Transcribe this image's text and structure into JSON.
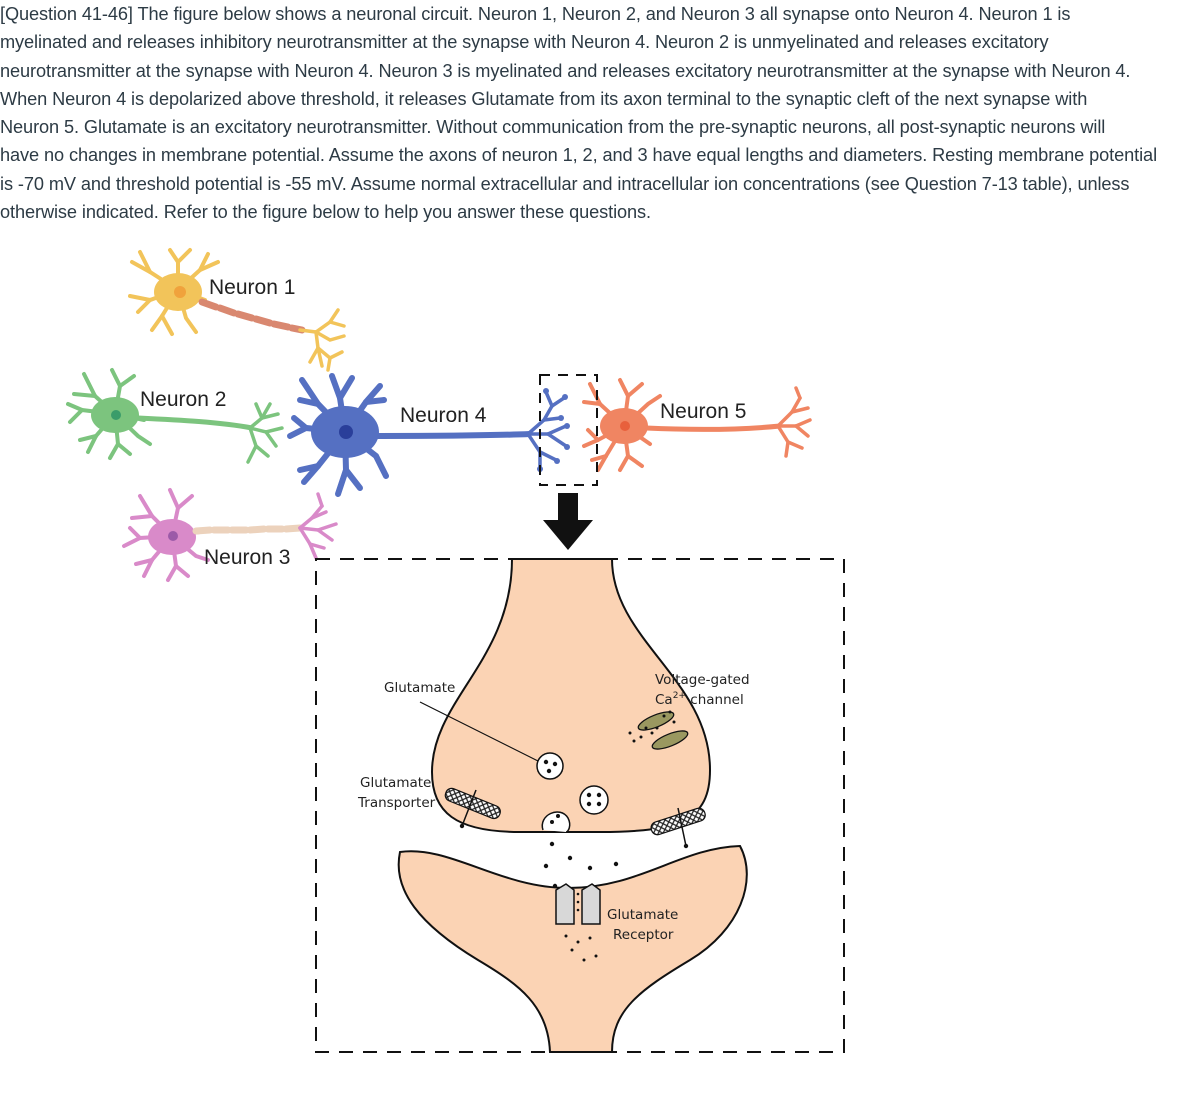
{
  "question": {
    "lines": [
      "[Question 41-46] The figure below shows a neuronal circuit. Neuron 1, Neuron 2, and Neuron 3 all synapse onto Neuron 4. Neuron 1 is",
      "myelinated and releases inhibitory neurotransmitter at the synapse with Neuron 4. Neuron 2 is unmyelinated and releases excitatory",
      "neurotransmitter at the synapse with Neuron 4. Neuron 3 is myelinated and releases excitatory neurotransmitter at the synapse with Neuron 4.",
      "When Neuron 4 is depolarized above threshold, it releases Glutamate from its axon terminal to the synaptic cleft of the next synapse with",
      "Neuron 5. Glutamate is an excitatory neurotransmitter. Without communication from the pre-synaptic neurons, all post-synaptic neurons will",
      "have no changes in membrane potential. Assume the axons of neuron 1, 2, and 3 have equal lengths and diameters. Resting membrane potential",
      "is -70 mV and threshold potential is -55 mV. Assume normal extracellular and intracellular ion concentrations (see Question 7-13 table), unless",
      "otherwise indicated. Refer to the figure below to help you answer these questions."
    ]
  },
  "neurons": {
    "n1": {
      "label": "Neuron 1",
      "color": "#f2c45a",
      "nucleus": "#f0a23c"
    },
    "n2": {
      "label": "Neuron 2",
      "color": "#7cc47e",
      "nucleus": "#3a9c6a"
    },
    "n3": {
      "label": "Neuron 3",
      "color": "#d98ac9",
      "nucleus": "#9c5aa8"
    },
    "n4": {
      "label": "Neuron 4",
      "color": "#5570c2",
      "nucleus": "#2a3f9a"
    },
    "n5": {
      "label": "Neuron 5",
      "color": "#f08562",
      "nucleus": "#e8603c"
    }
  },
  "synapse": {
    "glutamate": "Glutamate",
    "transporter_line1": "Glutamate",
    "transporter_line2": "Transporter",
    "vgcc_line1": "Voltage-gated",
    "vgcc_line2_prefix": "Ca",
    "vgcc_line2_sup": "2+",
    "vgcc_line2_suffix": " channel",
    "receptor_line1": "Glutamate",
    "receptor_line2": "Receptor",
    "cell_fill": "#fbd3b4",
    "channel_fill": "#9a9860"
  }
}
